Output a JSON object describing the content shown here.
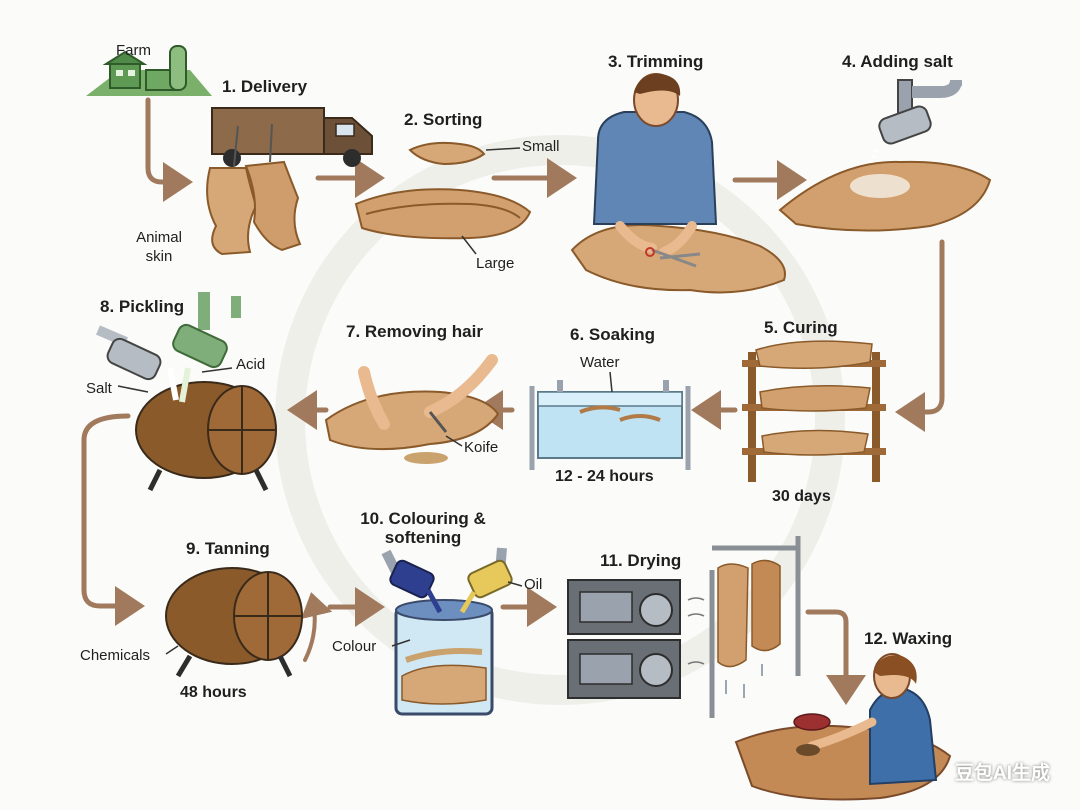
{
  "stages": [
    {
      "title": "1. Delivery"
    },
    {
      "title": "2. Sorting"
    },
    {
      "title": "3. Trimming"
    },
    {
      "title": "4. Adding salt"
    },
    {
      "title": "5. Curing",
      "duration": "30 days"
    },
    {
      "title": "6. Soaking",
      "duration": "12 - 24 hours"
    },
    {
      "title": "7. Removing hair"
    },
    {
      "title": "8. Pickling"
    },
    {
      "title": "9. Tanning",
      "duration": "48 hours"
    },
    {
      "title": "10. Colouring & softening"
    },
    {
      "title": "11. Drying"
    },
    {
      "title": "12. Waxing"
    }
  ],
  "notes": {
    "farm": "Farm",
    "animal_skin": "Animal skin",
    "small": "Small",
    "large": "Large",
    "water": "Water",
    "knife": "Koife",
    "acid": "Acid",
    "salt": "Salt",
    "chemicals": "Chemicals",
    "colour": "Colour",
    "oil": "Oil"
  },
  "watermark": "豆包AI生成",
  "colors": {
    "arrow": "#a17a5e",
    "hide": "#d7a877",
    "hide_dark": "#b17a47",
    "wood": "#8b5a2b",
    "metal": "#9aa3ad",
    "water": "#bfe3f2"
  }
}
